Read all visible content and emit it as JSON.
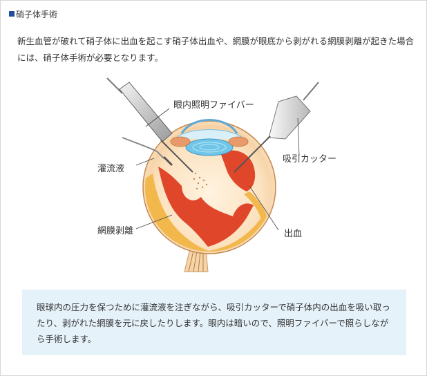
{
  "section": {
    "title": "硝子体手術",
    "intro": "新生血管が破れて硝子体に出血を起こす硝子体出血や、網膜が眼底から剥がれる網膜剥離が起きた場合には、硝子体手術が必要となります。"
  },
  "illustration": {
    "labels": {
      "light_fiber": "眼内照明ファイバー",
      "irrigation": "灌流液",
      "cutter": "吸引カッター",
      "detachment": "網膜剥離",
      "hemorrhage": "出血"
    }
  },
  "note": {
    "text": "眼球内の圧力を保つために灌流液を注ぎながら、吸引カッターで硝子体内の出血を吸い取ったり、剥がれた網膜を元に戻したりします。眼内は暗いので、照明ファイバーで照らしながら手術します。"
  },
  "colors": {
    "accent": "#1f4e9c",
    "note_bg": "#e6f2fa",
    "retina_red": "#e0462a",
    "retina_yellow": "#f2b84b",
    "lens_blue": "#6fc6e8"
  }
}
